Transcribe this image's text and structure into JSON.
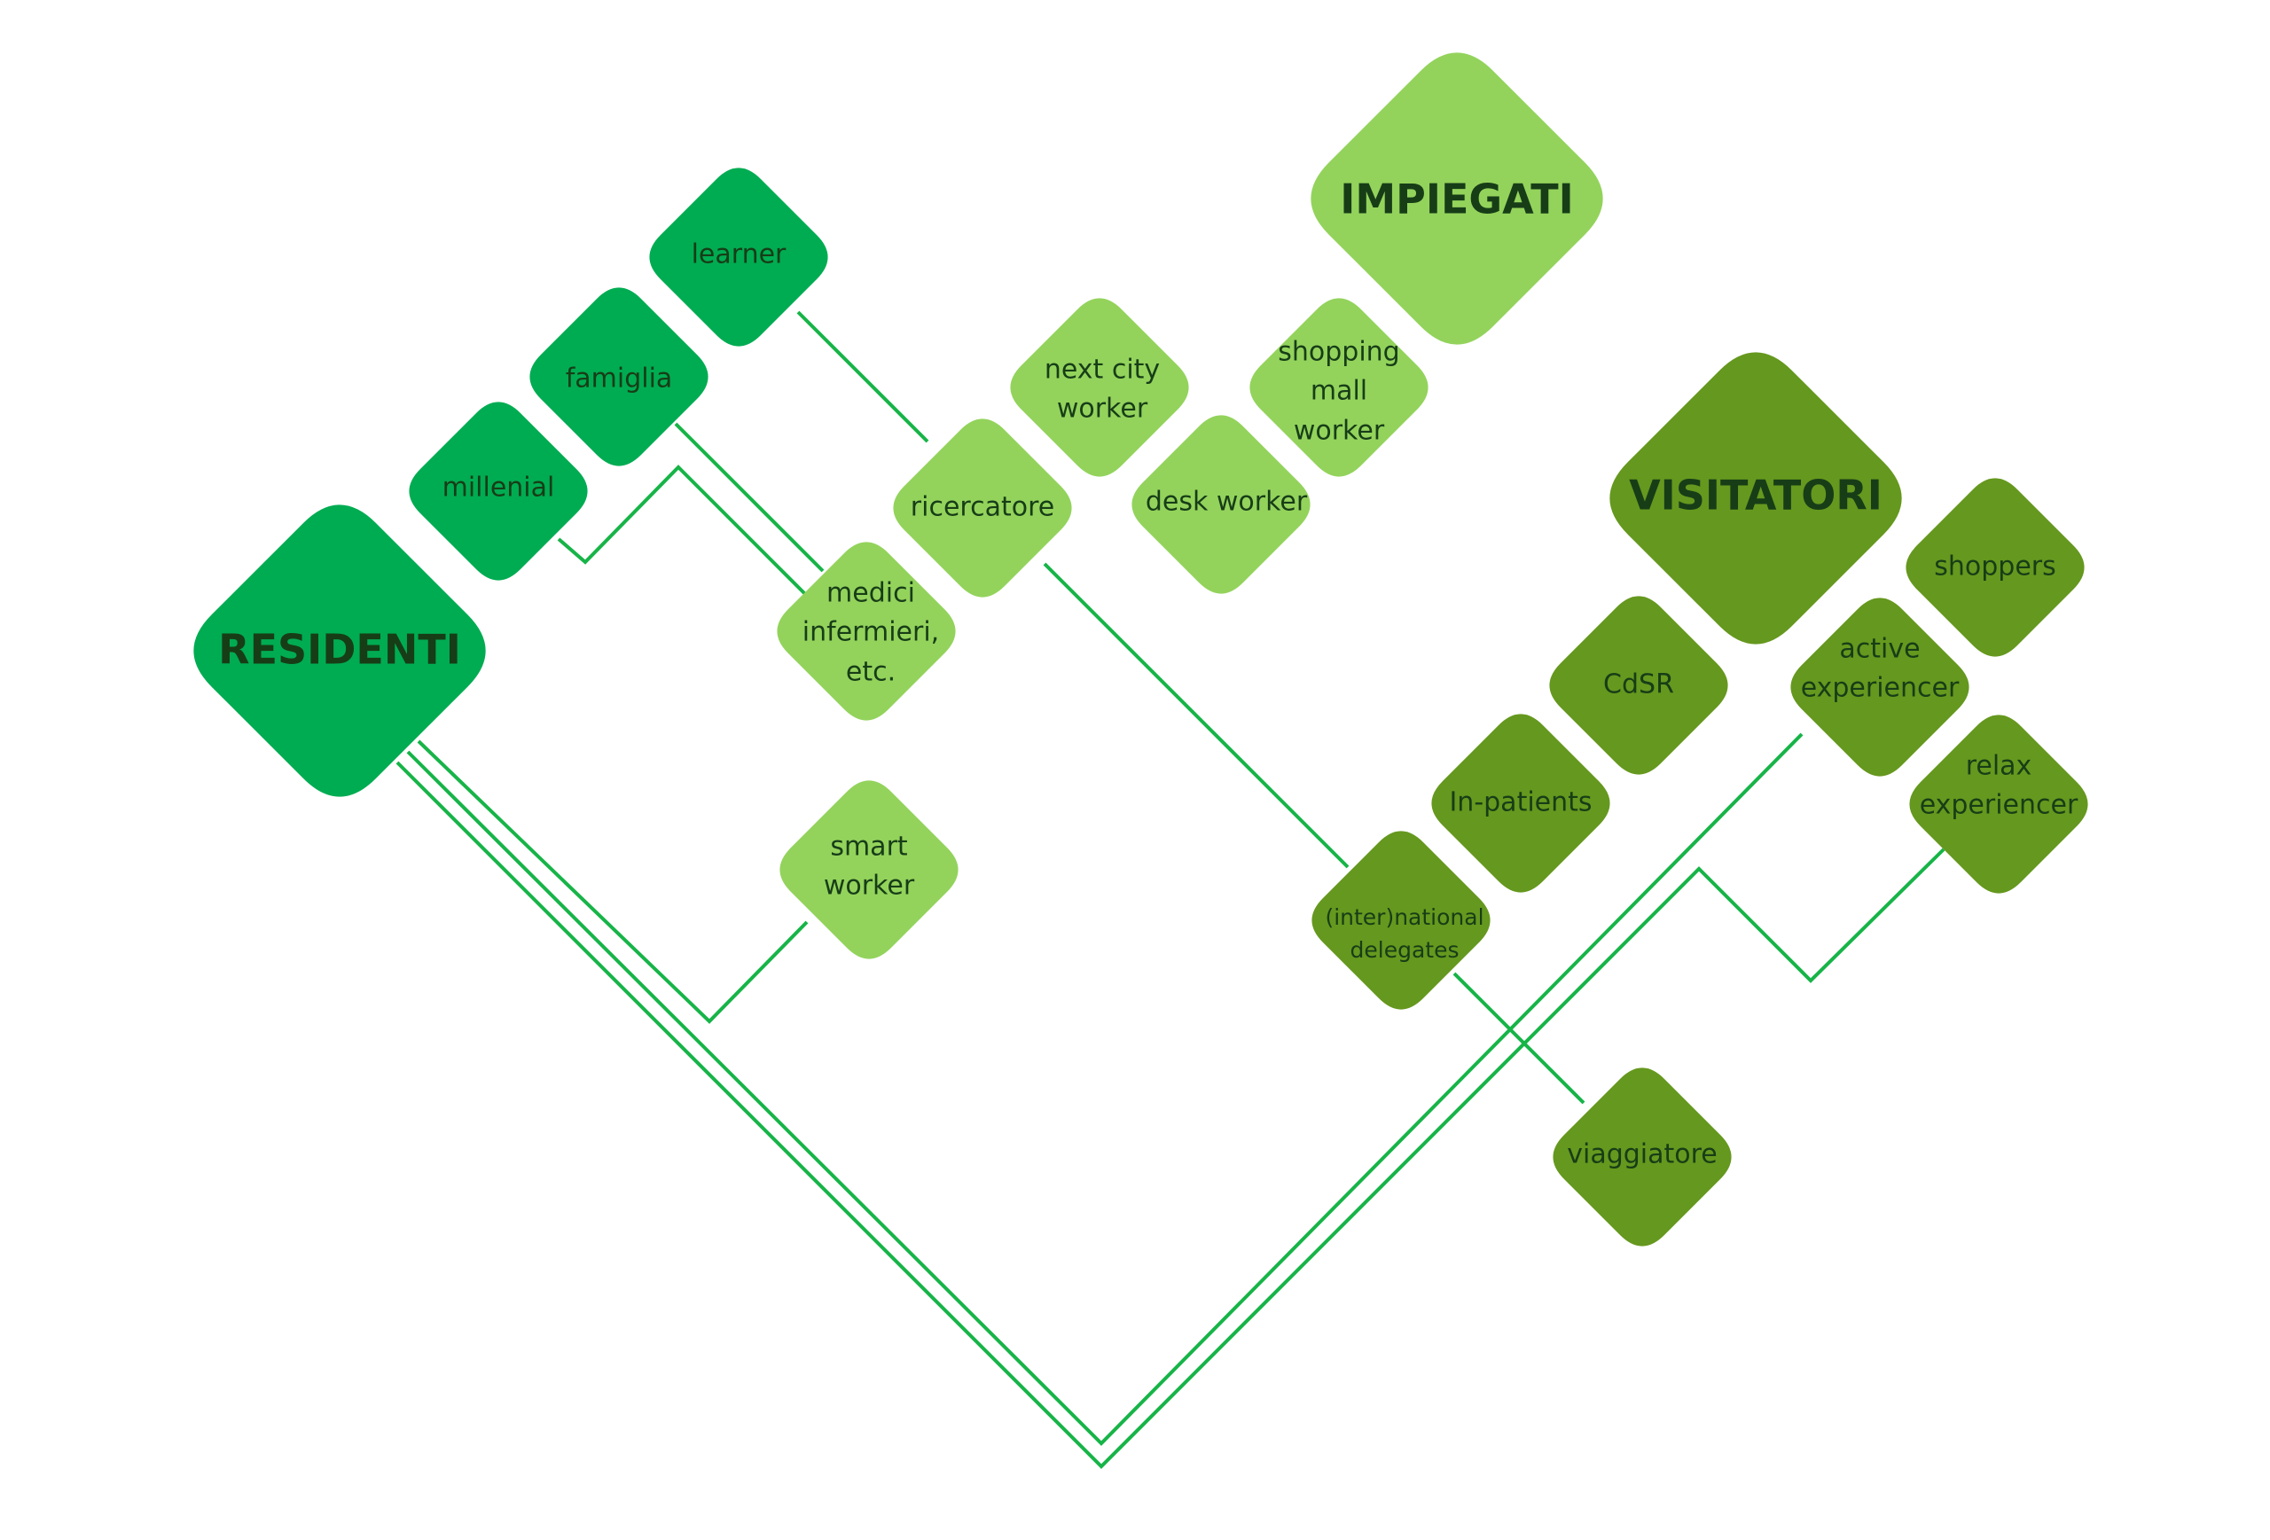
{
  "colors": {
    "residenti": "#00ac52",
    "impiegati": "#93d35c",
    "visitatori": "#65981e",
    "lines": "#17b448",
    "text": "#173d17"
  },
  "groups": {
    "residenti": "RESIDENTI",
    "impiegati": "IMPIEGATI",
    "visitatori": "VISITATORI"
  },
  "residenti_items": {
    "learner": "learner",
    "famiglia": "famiglia",
    "millenial": "millenial"
  },
  "impiegati_items": {
    "next_city_worker": [
      "next city",
      "worker"
    ],
    "shopping_mall_worker": [
      "shopping",
      "mall",
      "worker"
    ],
    "ricercatore": "ricercatore",
    "desk_worker": "desk worker",
    "medici": [
      "medici",
      "infermieri,",
      "etc."
    ],
    "smart_worker": [
      "smart",
      "worker"
    ]
  },
  "visitatori_items": {
    "shoppers": "shoppers",
    "cdsr": "CdSR",
    "active_experiencer": [
      "active",
      "experiencer"
    ],
    "in_patients": "In-patients",
    "relax_experiencer": [
      "relax",
      "experiencer"
    ],
    "international_delegates": [
      "(inter)national",
      "delegates"
    ],
    "viaggiatore": "viaggiatore"
  }
}
